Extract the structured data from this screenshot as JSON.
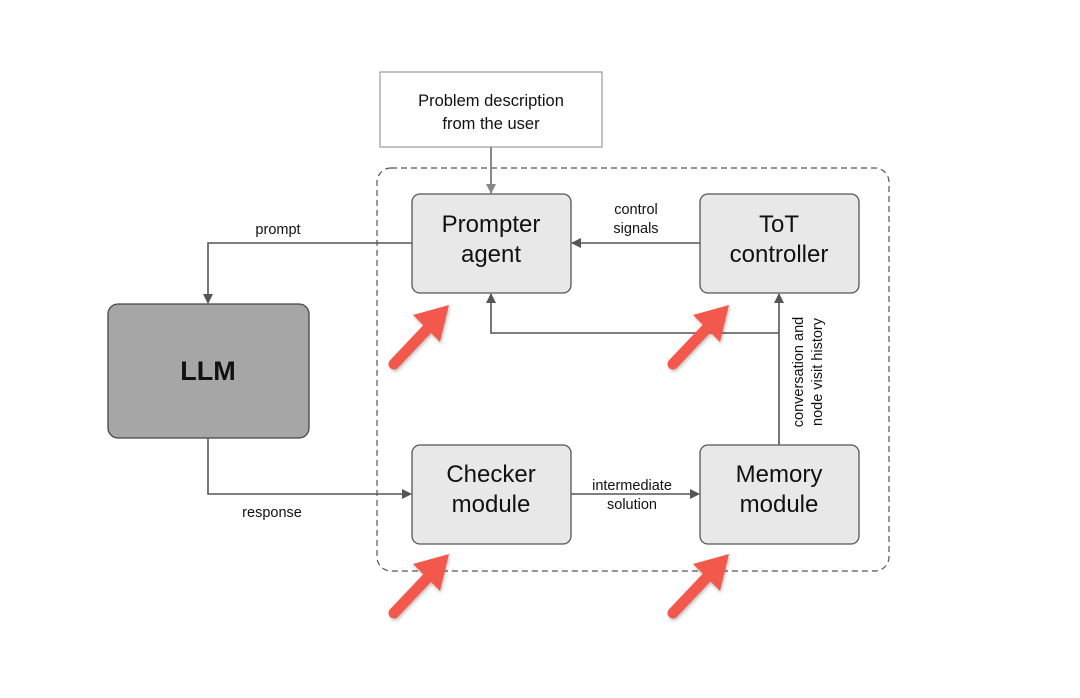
{
  "nodes": {
    "problem": {
      "lines": [
        "Problem description",
        "from the user"
      ]
    },
    "prompter": {
      "lines": [
        "Prompter",
        "agent"
      ]
    },
    "tot": {
      "lines": [
        "ToT",
        "controller"
      ]
    },
    "llm": {
      "label": "LLM"
    },
    "checker": {
      "lines": [
        "Checker",
        "module"
      ]
    },
    "memory": {
      "lines": [
        "Memory",
        "module"
      ]
    }
  },
  "edges": {
    "prompt": "prompt",
    "response": "response",
    "control_signals": [
      "control",
      "signals"
    ],
    "intermediate_solution": [
      "intermediate",
      "solution"
    ],
    "history": [
      "conversation and",
      "node visit history"
    ]
  },
  "colors": {
    "module_fill": "#e8e8e8",
    "llm_fill": "#a6a6a6",
    "line": "#555555",
    "highlight_arrow": "#f2584b"
  }
}
